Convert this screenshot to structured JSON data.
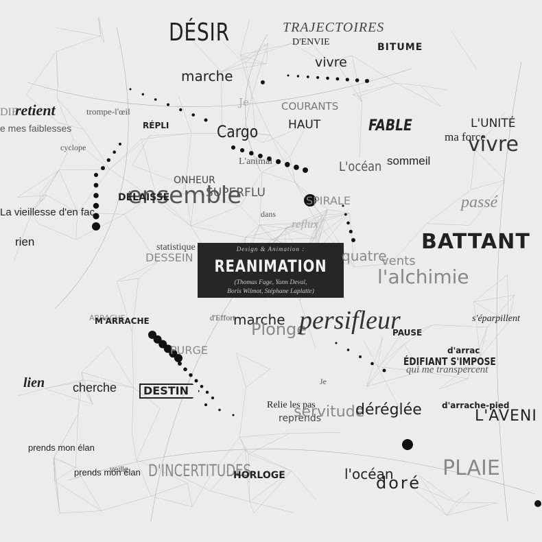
{
  "words": {
    "desir": "DÉSIR",
    "trajectoires": "TRAJECTOIRES",
    "denvie": "D'ENVIE",
    "bitume": "BITUME",
    "vivre_top": "vivre",
    "marche_top": "marche",
    "retient": "retient",
    "die": "DIE",
    "trompe": "trompe-l'œil",
    "faiblesses": "e mes faiblesses",
    "je_top": "Je",
    "courants": "COURANTS",
    "haut": "HAUT",
    "fable": "FABLE",
    "lunite": "L'UNITÉ",
    "ma_force": "ma force",
    "vivre_right": "vivre",
    "cargo": "Cargo",
    "repli": "RÉPLI",
    "cyclope": "cyclope",
    "lanimal": "L'animal",
    "locean_top": "L'océan",
    "sommeil": "sommeil",
    "bonheur": "ONHEUR",
    "ensemble": "ensemble",
    "delaisse": "DÉLAISSÉ",
    "superflu": "SUPERFLU",
    "spirale": "SPIRALE",
    "passe": "passé",
    "vieillesse": "La vieillesse d'en fac",
    "dans": "dans",
    "reflux": "reflux",
    "battant": "BATTANT",
    "rien": "rien",
    "statistique": "statistique",
    "dessein": "DESSEIN",
    "quatre": "quatre",
    "vents": "vents",
    "alchimie": "l'alchimie",
    "arrache": "ARRACHE",
    "marrache": "M'ARRACHE",
    "effort": "d'Effort",
    "marche_mid": "marche",
    "plonge": "Plonge",
    "persifleur": "persifleur",
    "eparpillent": "s'éparpillent",
    "pause": "PAUSE",
    "darrache_small": "d'arrac",
    "impose": "ÉDIFIANT S'IMPOSE",
    "transpercent": "qui me transpercent",
    "purge": "PURGE",
    "lien": "lien",
    "cherche": "cherche",
    "je_mid": "Je",
    "relie": "Relie les pas",
    "reprends": "reprends",
    "servitude": "servitude",
    "dereglee": "déréglée",
    "darrache_pied": "d'arrache-pied",
    "avenir": "L'AVENI",
    "elan1": "prends mon élan",
    "elan2": "prends mon élan",
    "veille": "veille",
    "incertitudes": "D'INCERTITUDES",
    "horloge": "HORLOGE",
    "locean_bottom": "l'océan",
    "dore": "doré",
    "plaie": "PLAIE"
  },
  "banner": {
    "top": "Design & Animation :",
    "title": "REANIMATION",
    "credits_line1": "(Thomas Fage, Yann Deval,",
    "credits_line2": "Boris Wilmot, Stéphane Laplatte)"
  },
  "destin": "DESTIN",
  "colors": {
    "background": "#ececec",
    "ink": "#222222",
    "banner": "#262626"
  }
}
